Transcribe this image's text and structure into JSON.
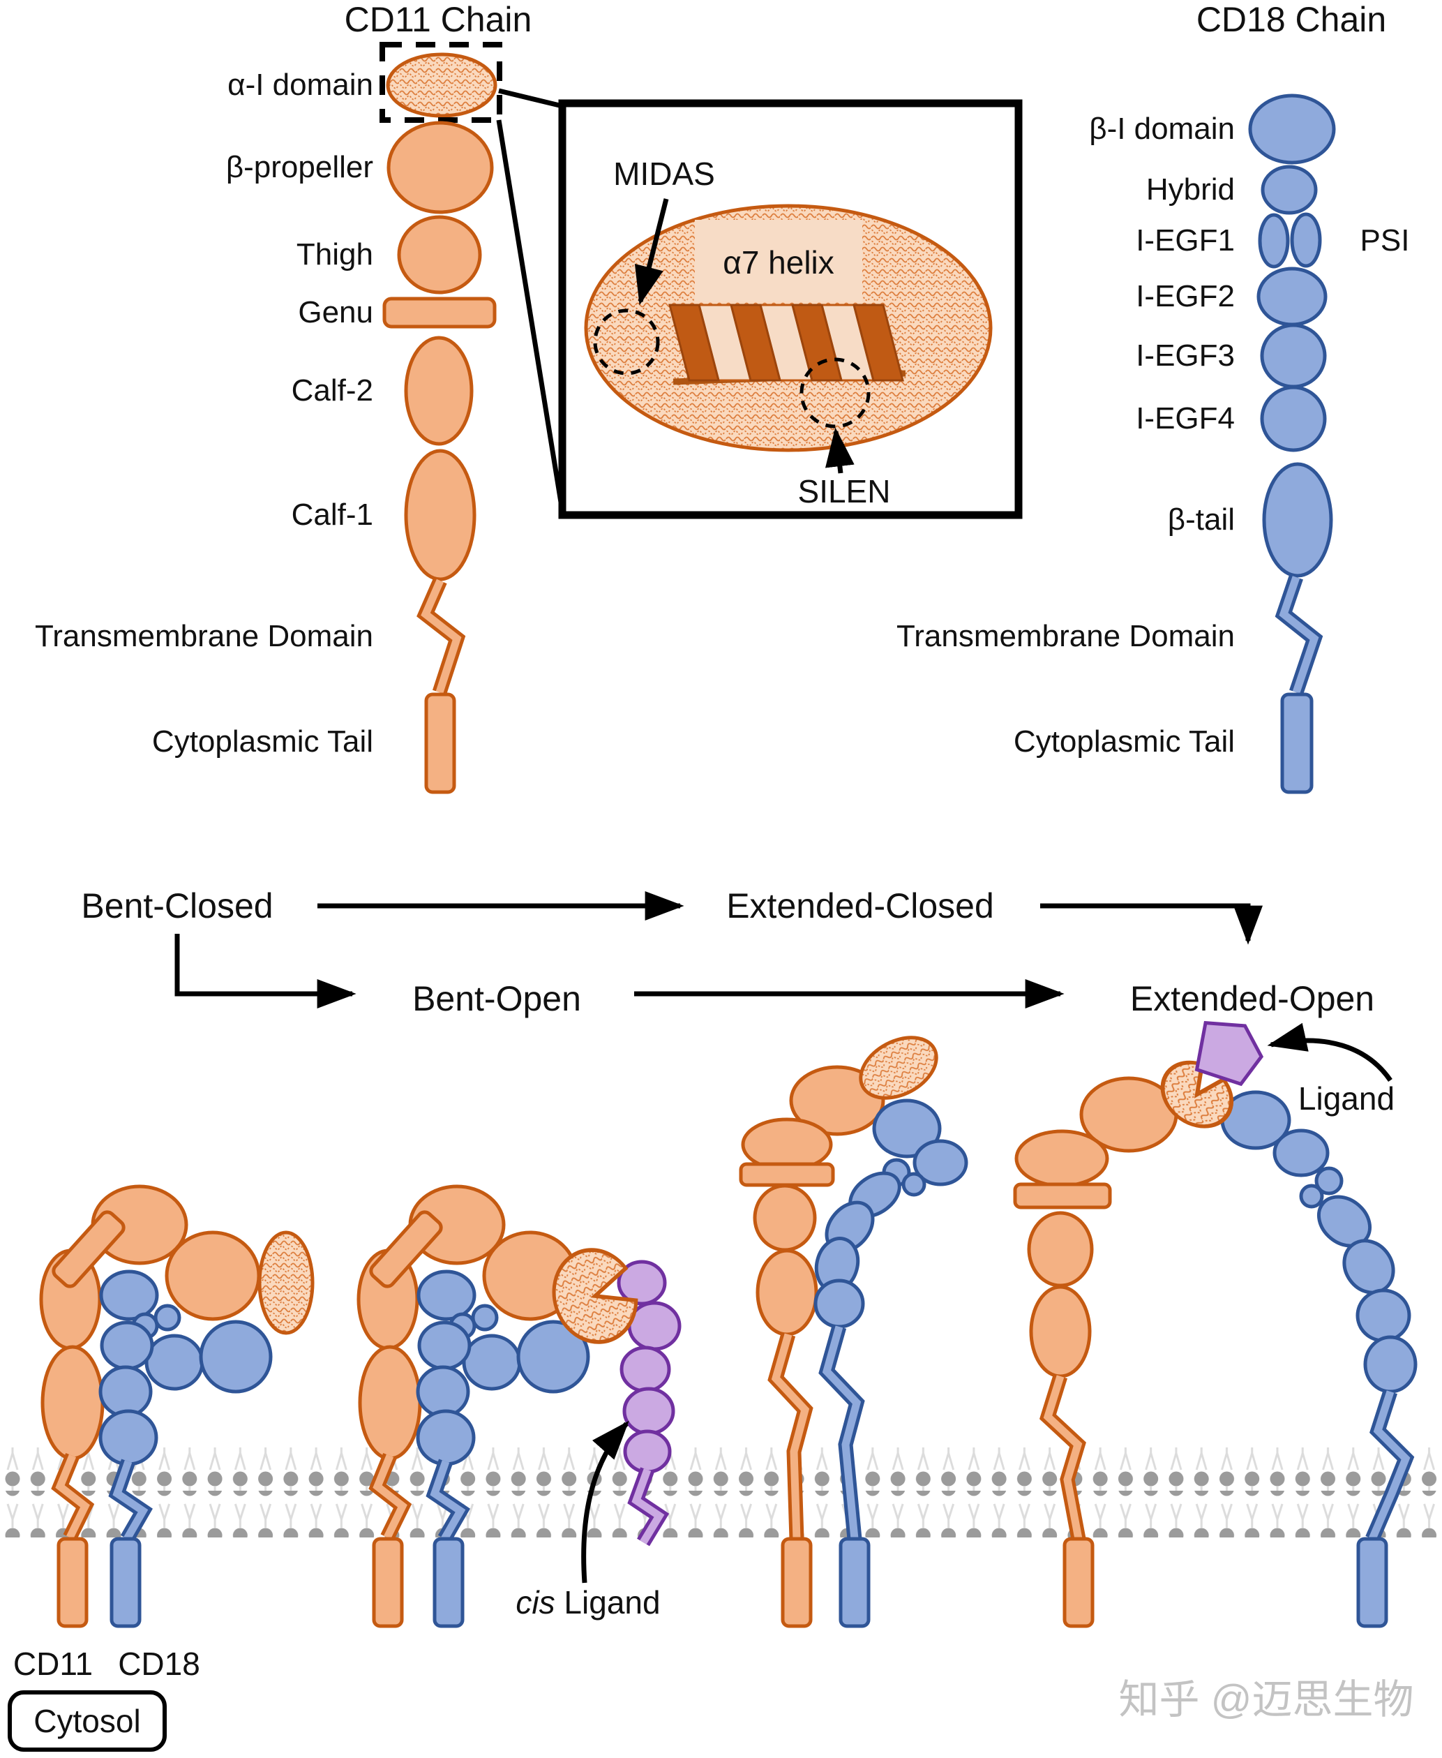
{
  "left_chain": {
    "title": "CD11 Chain",
    "domains": [
      "α-I domain",
      "β-propeller",
      "Thigh",
      "Genu",
      "Calf-2",
      "Calf-1",
      "Transmembrane Domain",
      "Cytoplasmic Tail"
    ]
  },
  "right_chain": {
    "title": "CD18 Chain",
    "psi": "PSI",
    "domains": [
      "β-I domain",
      "Hybrid",
      "I-EGF1",
      "I-EGF2",
      "I-EGF3",
      "I-EGF4",
      "β-tail",
      "Transmembrane Domain",
      "Cytoplasmic Tail"
    ]
  },
  "inset": {
    "midas": "MIDAS",
    "alpha7_helix": "α7 helix",
    "silen": "SILEN"
  },
  "states": {
    "bent_closed": "Bent-Closed",
    "extended_closed": "Extended-Closed",
    "bent_open": "Bent-Open",
    "extended_open": "Extended-Open"
  },
  "bottom_labels": {
    "cd11": "CD11",
    "cd18": "CD18",
    "cis": "cis",
    "cis_rest": " Ligand",
    "ligand": "Ligand",
    "cytosol": "Cytosol"
  },
  "watermark": "知乎 @迈思生物",
  "colors": {
    "cd11_fill": "#F4B183",
    "cd11_stroke": "#C55A11",
    "cd18_fill": "#8FAADC",
    "cd18_stroke": "#2F5597",
    "ligand_fill": "#CBA9E2",
    "ligand_stroke": "#7030A0",
    "membrane_head": "#9B9B9B",
    "membrane_tail": "#DCDCDC",
    "text": "#111111",
    "watermark": "#C3C3C3"
  }
}
